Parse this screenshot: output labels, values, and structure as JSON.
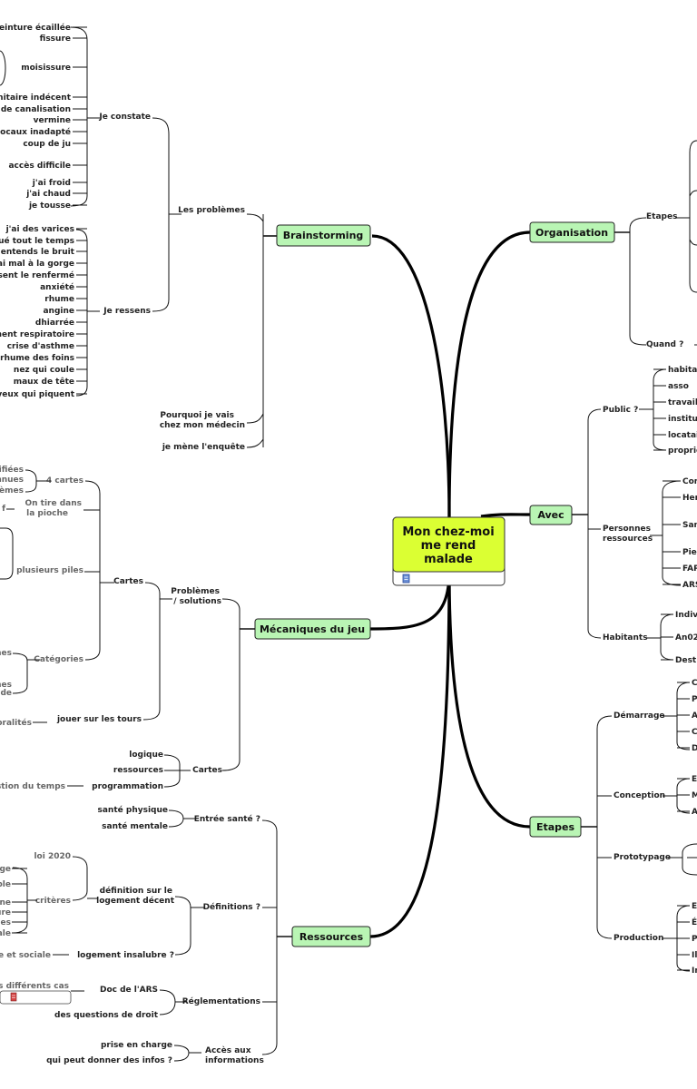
{
  "center": {
    "line1": "Mon chez-moi",
    "line2": "me rend",
    "line3": "malade"
  },
  "branches": {
    "brainstorming": "Brainstorming",
    "mecaniques": "Mécaniques du jeu",
    "ressources": "Ressources",
    "organisation": "Organisation",
    "avec": "Avec",
    "etapes": "Etapes"
  },
  "brain": {
    "problemes": "Les problèmes",
    "pourquoi1": "Pourquoi je vais",
    "pourquoi2": "chez mon médecin",
    "enquete": "je mène l'enquête",
    "constate": "Je constate",
    "ressens": "Je ressens",
    "constate_items": [
      "peinture écaillée",
      "fissure",
      "moisissure",
      "anitaire indécent",
      "e de canalisation",
      "vermine",
      "locaux inadapté",
      "coup de ju",
      "accès difficile",
      "j'ai froid",
      "j'ai chaud",
      "je tousse"
    ],
    "ressens_items": [
      "j'ai des varices",
      "gué tout le temps",
      "j'entends le bruit",
      "'ai mal à la gorge",
      "sent le renfermé",
      "anxiété",
      "rhume",
      "angine",
      "dhiarrée",
      "ment respiratoire",
      "crise d'asthme",
      "rhume des foins",
      "nez qui coule",
      "maux de tête",
      "yeux qui piquent"
    ]
  },
  "meca": {
    "problemes1": "Problèmes",
    "problemes2": "/ solutions",
    "cartes_top": "Cartes",
    "cartes_bottom": "Cartes",
    "quatre_cartes": "4 cartes",
    "quatre_sub": [
      "tifiées",
      "nnues",
      "lèmes"
    ],
    "on_tire1": "On tire dans",
    "on_tire2": "la pioche",
    "f_label": "f",
    "plusieurs_piles": "plusieurs piles",
    "categories": "Catégories",
    "cat_items": [
      "mes",
      "mes",
      "ide"
    ],
    "jouer": "jouer sur les tours",
    "poralites": "poralités",
    "logique": "logique",
    "ressources": "ressources",
    "programmation": "programmation",
    "gestion": "gestion du temps"
  },
  "res": {
    "entree": "Entrée santé ?",
    "sante_physique": "santé physique",
    "sante_mentale": "santé mentale",
    "definitions": "Définitions ?",
    "loi": "loi 2020",
    "criteres": "critères",
    "crit_items": [
      "ge",
      "ble",
      "ne",
      "ure",
      "les",
      "ale"
    ],
    "def_decent1": "définition sur le",
    "def_decent2": "logement décent",
    "insalubre": "logement insalubre ?",
    "cale": "cale et sociale",
    "reglementations": "Réglementations",
    "doc_ars": "Doc de l'ARS",
    "differents_cas": "Les différents cas",
    "questions": "des questions de droit",
    "acces1": "Accès aux",
    "acces2": "informations",
    "prise": "prise en charge",
    "qui": "qui peut donner des infos ?"
  },
  "orga": {
    "etapes": "Etapes",
    "quand": "Quand ?"
  },
  "avec": {
    "public": "Public ?",
    "public_items": [
      "habitar",
      "asso",
      "travaill",
      "institut",
      "locatai",
      "proprié"
    ],
    "personnes1": "Personnes",
    "personnes2": "ressources",
    "personnes_items": [
      "Con",
      "Her",
      "Sam",
      "Pier",
      "FAP",
      "ARS"
    ],
    "habitants": "Habitants",
    "habitants_items": [
      "Indiv",
      "An02",
      "Desti"
    ]
  },
  "etapes": {
    "demarrage": "Démarrage",
    "dem_items": [
      "C",
      "P",
      "A",
      "C",
      "D"
    ],
    "conception": "Conception",
    "con_items": [
      "E",
      "M",
      "A"
    ],
    "prototypage": "Prototypage",
    "production": "Production",
    "prod_items": [
      "E",
      "É",
      "P",
      "Il",
      "In"
    ]
  }
}
